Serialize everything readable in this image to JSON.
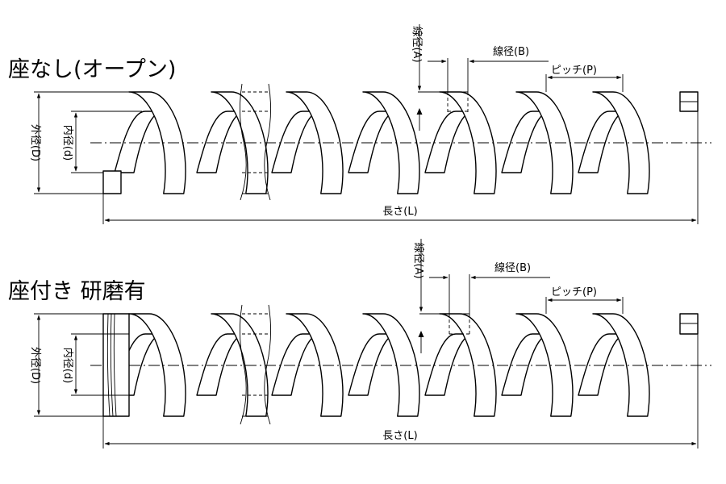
{
  "panels": [
    {
      "title": "座なし(オープン)",
      "labels": {
        "outer_diameter": "外径(D)",
        "inner_diameter": "内径(d)",
        "wire_diameter_a": "線径(A)",
        "wire_diameter_b": "線径(B)",
        "pitch": "ピッチ(P)",
        "length": "長さ(L)"
      }
    },
    {
      "title": "座付き 研磨有",
      "labels": {
        "outer_diameter": "外径(D)",
        "inner_diameter": "内径(d)",
        "wire_diameter_a": "線径(A)",
        "wire_diameter_b": "線径(B)",
        "pitch": "ピッチ(P)",
        "length": "長さ(L)"
      }
    }
  ]
}
